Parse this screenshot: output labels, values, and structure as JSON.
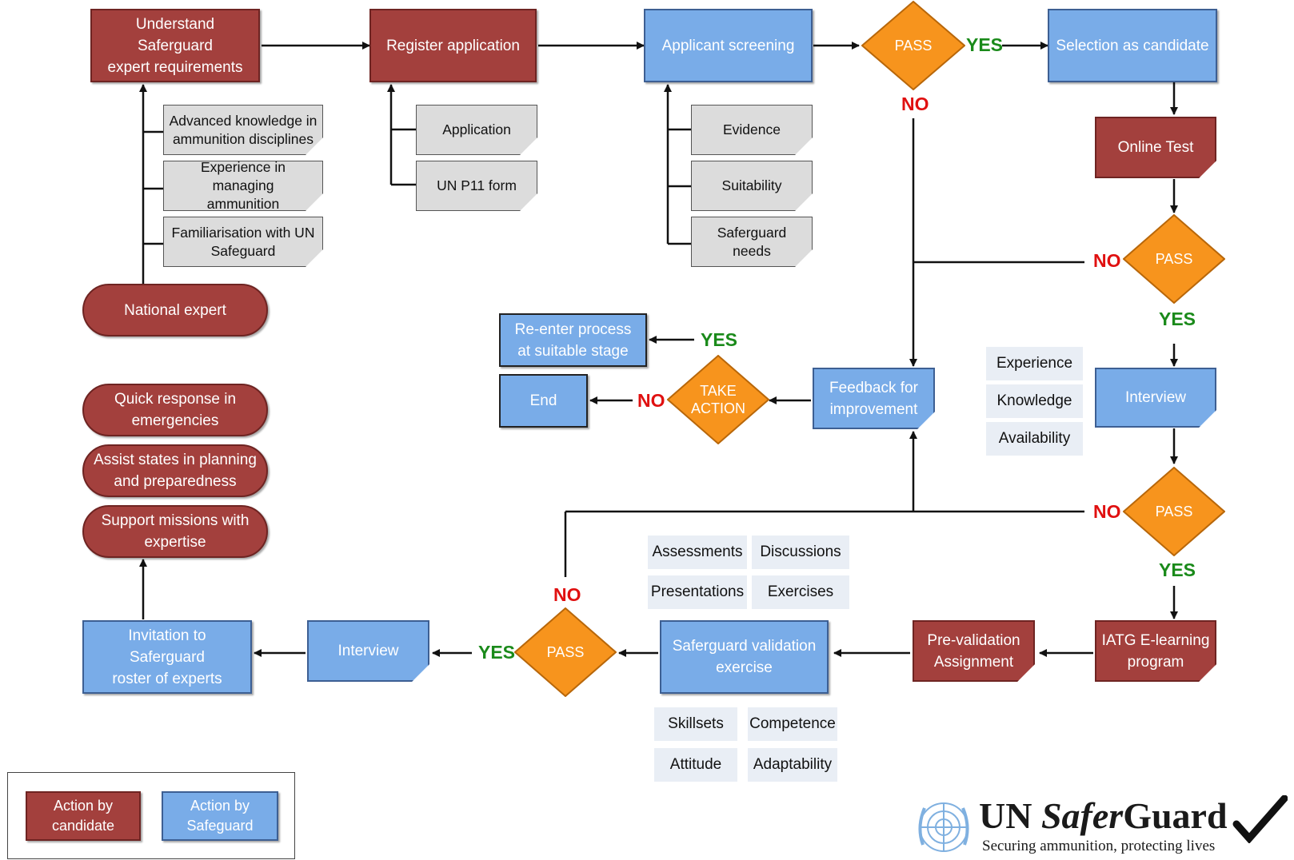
{
  "colors": {
    "candidate": "#a3403d",
    "safeguard": "#79ace8",
    "decision": "#f7941d",
    "document": "#dcdcdc",
    "yes": "#1a8a1a",
    "no": "#e01010",
    "tag": "#e9eef5"
  },
  "nodes": {
    "understand": "Understand Saferguard\nexpert requirements",
    "register": "Register application",
    "screening": "Applicant screening",
    "selection": "Selection as candidate",
    "online_test": "Online Test",
    "interview1": "Interview",
    "iatg": "IATG E-learning\nprogram",
    "prevalidation": "Pre-validation\nAssignment",
    "validation": "Saferguard validation\nexercise",
    "interview2": "Interview",
    "invitation": "Invitation to Saferguard\nroster of experts",
    "feedback": "Feedback for\nimprovement",
    "reenter": "Re-enter process\nat suitable stage",
    "end": "End",
    "national_expert": "National expert",
    "quick_response": "Quick response in\nemergencies",
    "assist_states": "Assist states in planning\nand preparedness",
    "support_missions": "Support missions with\nexpertise"
  },
  "documents": {
    "req1": "Advanced knowledge in\nammunition disciplines",
    "req2": "Experience in managing\nammunition",
    "req3": "Familiarisation with UN\nSafeguard",
    "app1": "Application",
    "app2": "UN P11 form",
    "scr1": "Evidence",
    "scr2": "Suitability",
    "scr3": "Saferguard needs"
  },
  "tags": {
    "interview_criteria": [
      "Experience",
      "Knowledge",
      "Availability"
    ],
    "validation_top": [
      "Assessments",
      "Discussions",
      "Presentations",
      "Exercises"
    ],
    "validation_bottom": [
      "Skillsets",
      "Competence",
      "Attitude",
      "Adaptability"
    ]
  },
  "decisions": {
    "pass1": "PASS",
    "pass2": "PASS",
    "pass3": "PASS",
    "pass4": "PASS",
    "take_action": "TAKE\nACTION"
  },
  "labels": {
    "yes": "YES",
    "no": "NO"
  },
  "legend": {
    "candidate": "Action by\ncandidate",
    "safeguard": "Action by\nSafeguard"
  },
  "logo": {
    "name_un": "UN ",
    "name_safer": "Safer",
    "name_guard": "Guard",
    "tagline": "Securing ammunition, protecting lives"
  }
}
